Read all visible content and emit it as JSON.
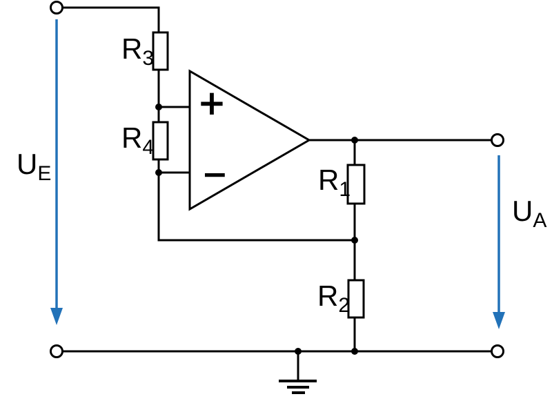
{
  "colors": {
    "wire": "#000000",
    "accent_blue": "#2272b8",
    "background": "#ffffff"
  },
  "labels": {
    "r3": {
      "main": "R",
      "sub": "3"
    },
    "r4": {
      "main": "R",
      "sub": "4"
    },
    "r1": {
      "main": "R",
      "sub": "1"
    },
    "r2": {
      "main": "R",
      "sub": "2"
    },
    "opamp_plus": "+",
    "opamp_minus": "−",
    "input_voltage": {
      "main": "U",
      "sub": "E"
    },
    "output_voltage": {
      "main": "U",
      "sub": "A"
    }
  }
}
